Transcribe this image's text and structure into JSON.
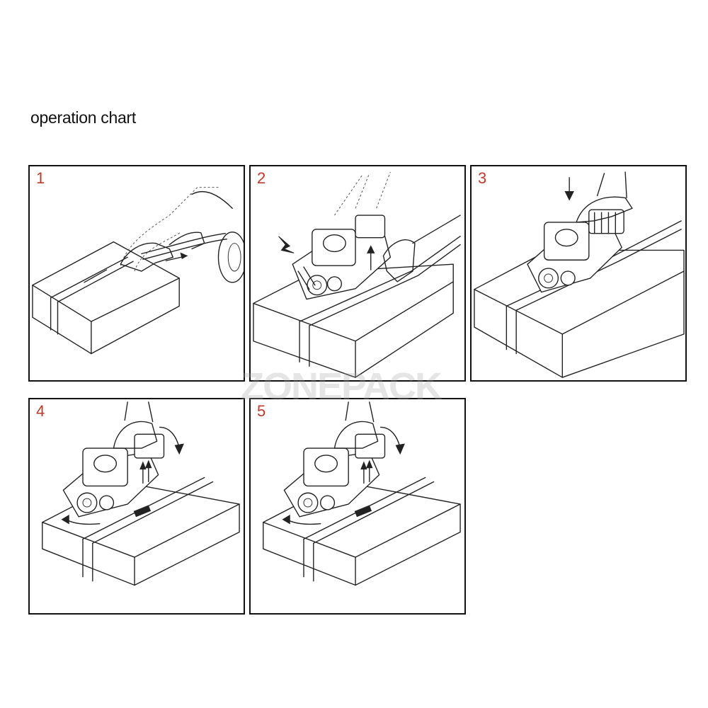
{
  "title": "operation chart",
  "watermark": "ZONEPACK",
  "steps": [
    {
      "number": "1"
    },
    {
      "number": "2"
    },
    {
      "number": "3"
    },
    {
      "number": "4"
    },
    {
      "number": "5"
    }
  ]
}
